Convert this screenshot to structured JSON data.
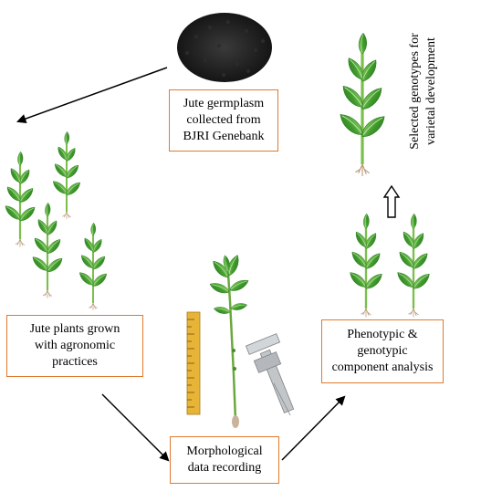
{
  "boxes": {
    "germplasm": [
      "Jute germplasm",
      "collected from",
      "BJRI Genebank"
    ],
    "grown": [
      "Jute plants grown",
      "with agronomic",
      "practices"
    ],
    "morphological": [
      "Morphological",
      "data recording"
    ],
    "phenotypic": [
      "Phenotypic &",
      "genotypic",
      "component analysis"
    ]
  },
  "selected_label": [
    "Selected genotypes for",
    "varietal development"
  ],
  "colors": {
    "box_border": "#e07a2e",
    "leaf": "#3f9a2c",
    "leaf_light": "#8fd16a",
    "stem": "#7bbf4a",
    "seed": "#1d1d1d",
    "arrow": "#000000"
  },
  "icons": [
    "seed-pile-icon",
    "jute-plant-icon",
    "ruler-icon",
    "caliper-icon",
    "hollow-up-arrow-icon"
  ]
}
